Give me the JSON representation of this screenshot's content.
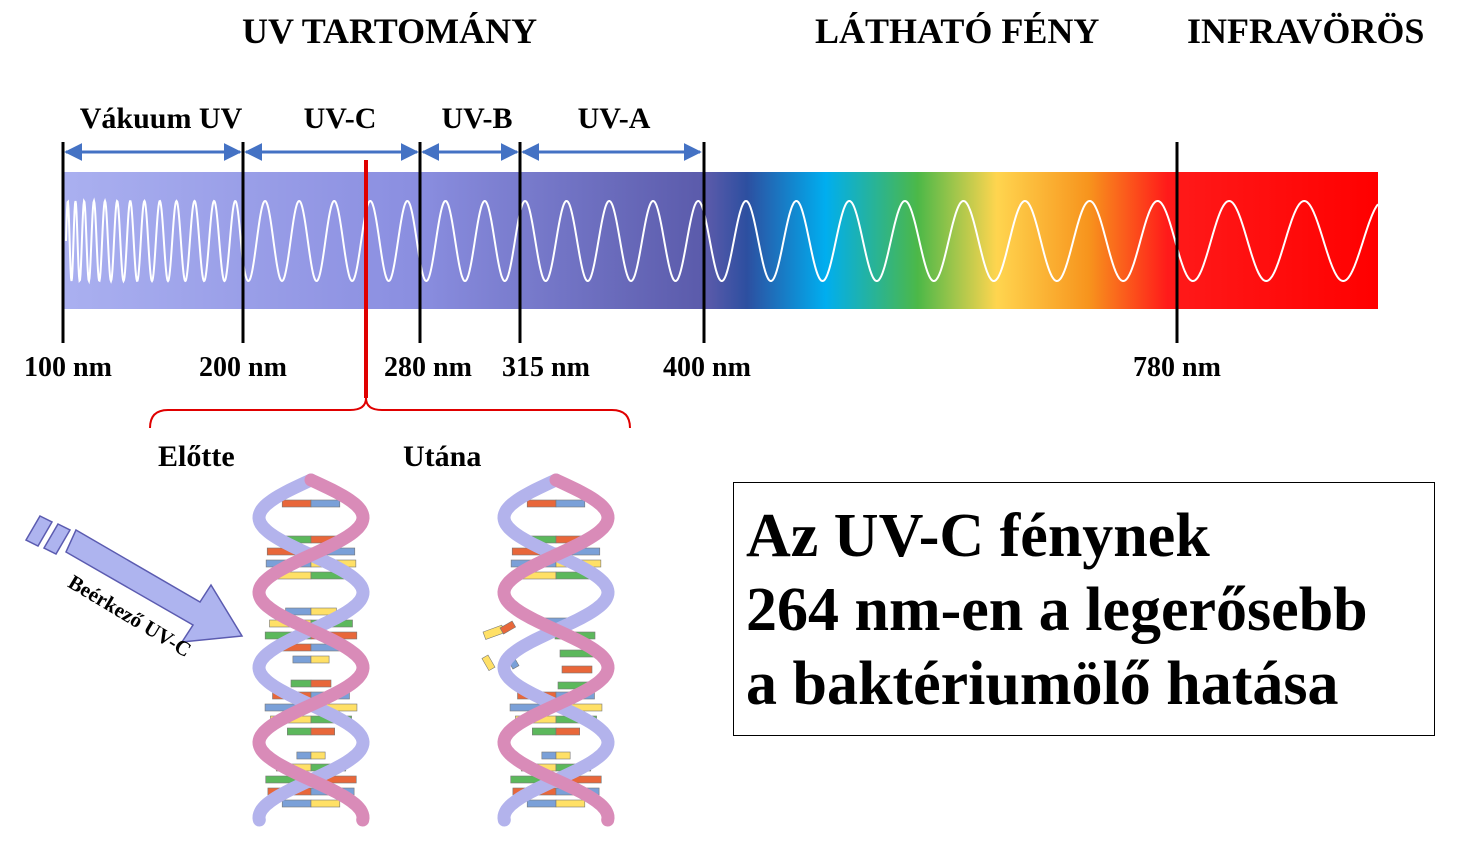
{
  "headers": {
    "uv_range": "UV TARTOMÁNY",
    "visible_light": "LÁTHATÓ FÉNY",
    "infrared": "INFRAVÖRÖS"
  },
  "bands": [
    {
      "label": "Vákuum UV"
    },
    {
      "label": "UV-C"
    },
    {
      "label": "UV-B"
    },
    {
      "label": "UV-A"
    }
  ],
  "ticks": [
    "100 nm",
    "200 nm",
    "280 nm",
    "315 nm",
    "400 nm",
    "780 nm"
  ],
  "dna": {
    "before_label": "Előtte",
    "after_label": "Utána",
    "incoming_label": "Beérkező UV-C"
  },
  "info": {
    "line1": "Az UV-C fénynek",
    "line2": "264 nm-en a legerősebb",
    "line3": "a baktériumölő hatása"
  },
  "colors": {
    "uv_band_start": "#aab0f0",
    "uv_band_end": "#5a5aaa",
    "marker_red": "#e00000",
    "arrow_blue": "#4472c4",
    "infrared_red": "#ff0000",
    "strand_pink": "#d98bb8",
    "strand_lavender": "#b3b3ec"
  }
}
